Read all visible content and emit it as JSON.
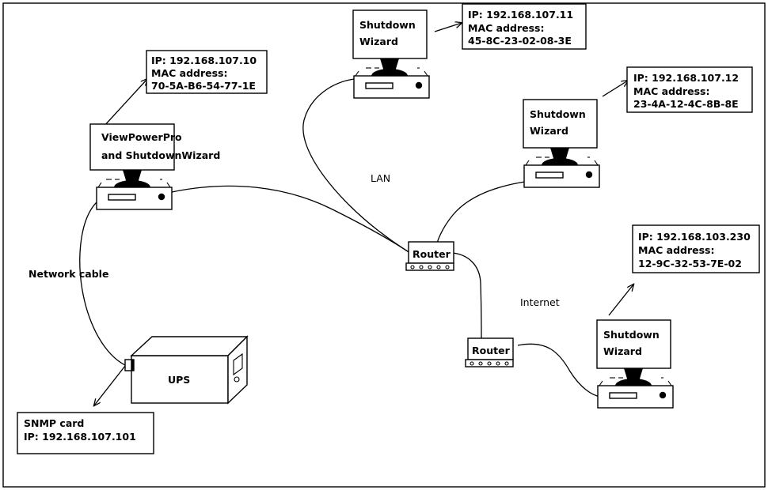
{
  "diagram": {
    "title": "Network topology: ViewPowerPro / ShutdownWizard over LAN and Internet",
    "border_color": "#000000",
    "background": "#ffffff",
    "line_color": "#000000"
  },
  "notes": {
    "note_vpp": {
      "line1": "IP: 192.168.107.10",
      "line2": "MAC address:",
      "line3": "70-5A-B6-54-77-1E"
    },
    "note_sw_top": {
      "line1": "IP: 192.168.107.11",
      "line2": "MAC address:",
      "line3": "45-8C-23-02-08-3E"
    },
    "note_sw_right": {
      "line1": "IP: 192.168.107.12",
      "line2": "MAC address:",
      "line3": "23-4A-12-4C-8B-8E"
    },
    "note_sw_remote": {
      "line1": "IP: 192.168.103.230",
      "line2": "MAC address:",
      "line3": "12-9C-32-53-7E-02"
    },
    "note_snmp": {
      "line1": "SNMP card",
      "line2": "IP: 192.168.107.101"
    }
  },
  "nodes": {
    "pc_vpp": {
      "label_line1": "ViewPowerPro",
      "label_line2": "and ShutdownWizard"
    },
    "pc_sw_top": {
      "label_line1": "Shutdown",
      "label_line2": "Wizard"
    },
    "pc_sw_right": {
      "label_line1": "Shutdown",
      "label_line2": "Wizard"
    },
    "pc_sw_remote": {
      "label_line1": "Shutdown",
      "label_line2": "Wizard"
    },
    "router_lan": {
      "label": "Router"
    },
    "router_internet": {
      "label": "Router"
    },
    "ups": {
      "label": "UPS"
    }
  },
  "link_labels": {
    "lan": "LAN",
    "internet": "Internet",
    "network_cable": "Network cable"
  }
}
